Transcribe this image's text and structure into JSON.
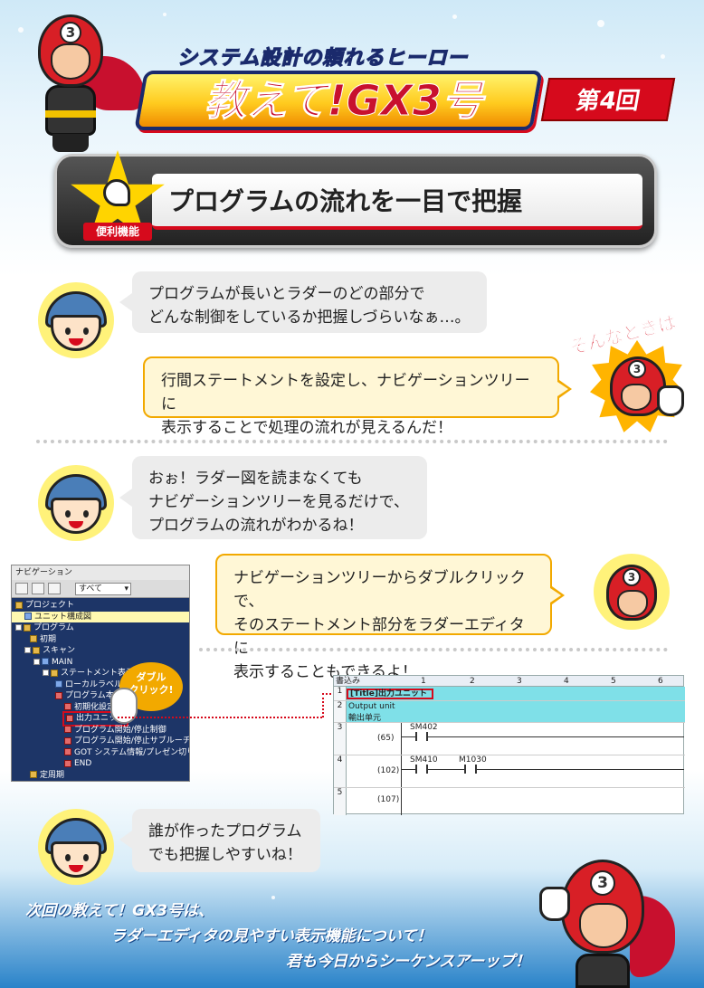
{
  "header": {
    "subtitle": "システム設計の頼れるヒーロー",
    "title": "教えて!GX3号",
    "episode": "第4回",
    "hero_number": "3"
  },
  "feature": {
    "badge": "便利機能",
    "heading": "プログラムの流れを一目で把握"
  },
  "dialog": {
    "q1_line1": "プログラムが長いとラダーのどの部分で",
    "q1_line2": "どんな制御をしているか把握しづらいなぁ…。",
    "exclaim": "そんなときは",
    "a1_line1": "行間ステートメントを設定し、ナビゲーションツリーに",
    "a1_line2": "表示することで処理の流れが見えるんだ！",
    "q2_line1": "おぉ！ラダー図を読まなくても",
    "q2_line2": "ナビゲーションツリーを見るだけで、",
    "q2_line3": "プログラムの流れがわかるね！",
    "a2_line1": "ナビゲーションツリーからダブルクリックで、",
    "a2_line2": "そのステートメント部分をラダーエディタに",
    "a2_line3": "表示することもできるよ！",
    "q3_line1": "誰が作ったプログラム",
    "q3_line2": "でも把握しやすいね！"
  },
  "navigation": {
    "title": "ナビゲーション",
    "filter": "すべて",
    "tree": [
      {
        "label": "プロジェクト",
        "level": 0
      },
      {
        "label": "ユニット構成図",
        "level": 1,
        "selected": true
      },
      {
        "label": "プログラム",
        "level": 0
      },
      {
        "label": "初期",
        "level": 1
      },
      {
        "label": "スキャン",
        "level": 1
      },
      {
        "label": "MAIN",
        "level": 2
      },
      {
        "label": "ステートメント表示",
        "level": 3
      },
      {
        "label": "ローカルラベル",
        "level": 4
      },
      {
        "label": "プログラム本体",
        "level": 4
      },
      {
        "label": "初期化設定",
        "level": 5
      },
      {
        "label": "出力ユニット",
        "level": 5,
        "highlight": true
      },
      {
        "label": "プログラム開始/停止制御",
        "level": 5
      },
      {
        "label": "プログラム開始/停止サブルーチン",
        "level": 5
      },
      {
        "label": "GOT システム情報/プレゼン切り替え",
        "level": 5
      },
      {
        "label": "END",
        "level": 5
      },
      {
        "label": "定周期",
        "level": 1
      }
    ],
    "callout_line1": "ダブル",
    "callout_line2": "クリック!"
  },
  "ladder": {
    "mode": "書込み",
    "columns": [
      "1",
      "2",
      "3",
      "4",
      "5",
      "6"
    ],
    "rows": [
      {
        "num": "1",
        "text": "[Title]出力ユニット"
      },
      {
        "num": "2",
        "text1": "Output unit",
        "text2": "輸出单元"
      },
      {
        "num": "3",
        "step": "(65)",
        "device": "SM402"
      },
      {
        "num": "4",
        "step": "(102)",
        "device1": "SM410",
        "device2": "M1030"
      },
      {
        "num": "5",
        "step": "(107)"
      }
    ]
  },
  "footer": {
    "line1": "次回の教えて！GX3号は、",
    "line2": "ラダーエディタの見やすい表示機能について！",
    "line3": "君も今日からシーケンスアーップ！"
  },
  "colors": {
    "accent_red": "#d60a1c",
    "accent_yellow": "#ffd400",
    "bubble_border": "#f2a900",
    "nav_bg": "#1d3567"
  }
}
